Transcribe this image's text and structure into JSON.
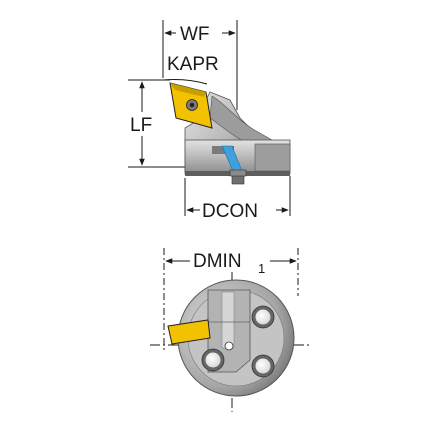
{
  "dimensions": {
    "wf": "WF",
    "kapr": "KAPR",
    "lf": "LF",
    "dcon": "DCON",
    "dmin": "DMIN",
    "dmin_sub": "1"
  },
  "colors": {
    "insert": "#f2c200",
    "body_light": "#d0d0d0",
    "body_mid": "#a9a9a9",
    "body_dark": "#6f6f6f",
    "coolant": "#3ea0dc",
    "line": "#1a1a1a"
  }
}
